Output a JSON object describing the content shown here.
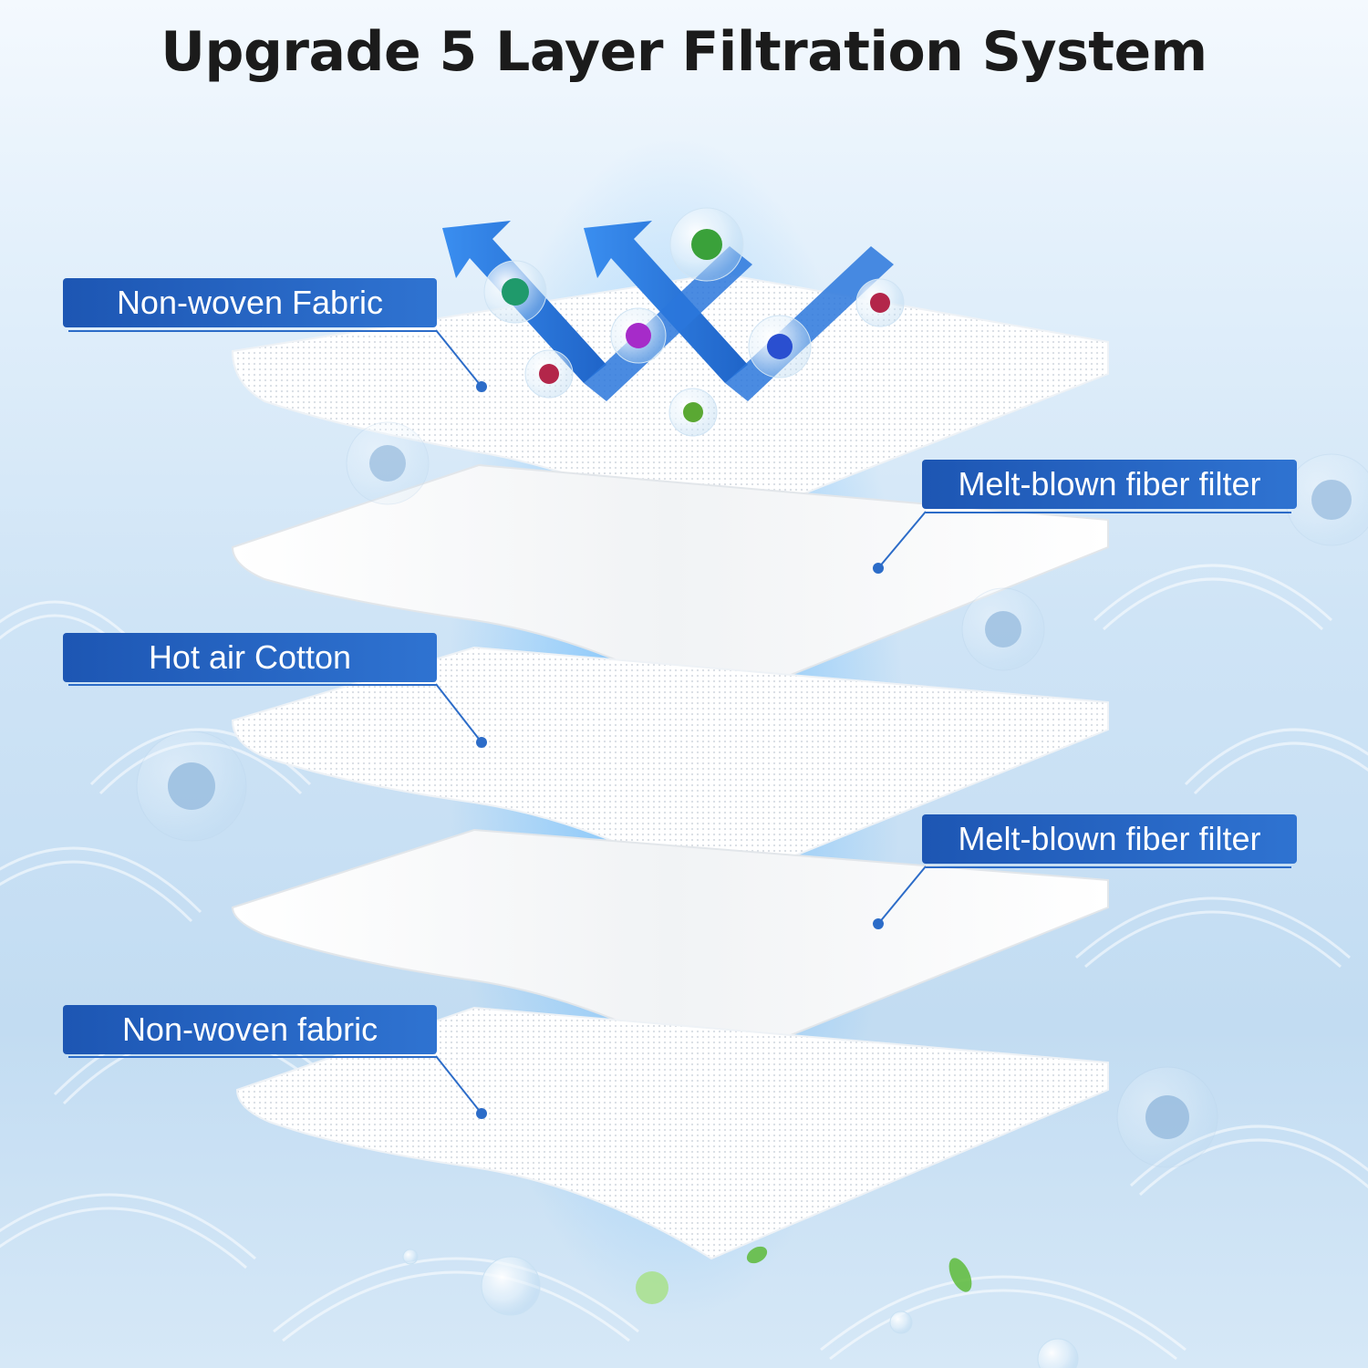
{
  "page": {
    "title": "Upgrade 5 Layer Filtration System"
  },
  "colors": {
    "title_text": "#1b1b1b",
    "label_bg": "#2463c2",
    "label_text": "#ffffff",
    "leader_line": "#2c6cc8",
    "arrow": "#2f7de0",
    "layer": "#ffffff",
    "background": "#cfe4f6"
  },
  "layers": [
    {
      "label": "Non-woven Fabric",
      "icon": "mesh-texture"
    },
    {
      "label": "Melt-blown fiber filter",
      "icon": "smooth-sheet"
    },
    {
      "label": "Hot air Cotton",
      "icon": "mesh-texture"
    },
    {
      "label": "Melt-blown fiber filter",
      "icon": "smooth-sheet"
    },
    {
      "label": "Non-woven fabric",
      "icon": "mesh-texture"
    }
  ],
  "decorations": [
    "zigzag-arrow-icon",
    "virus-icon",
    "bubble-icon",
    "leaf-icon"
  ]
}
